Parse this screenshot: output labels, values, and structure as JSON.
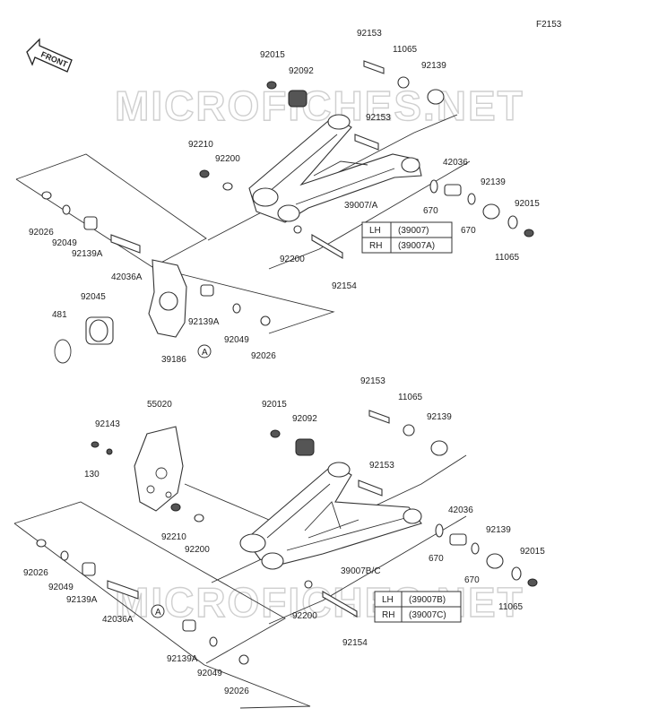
{
  "figure_code": "F2153",
  "front_label": "FRONT",
  "watermark": "MICROFICHES.NET",
  "ref_marker": "A",
  "upper": {
    "labels": {
      "p92015_top": "92015",
      "p92092": "92092",
      "p92153_top": "92153",
      "p11065_top": "11065",
      "p92139_top": "92139",
      "p92153_mid": "92153",
      "p92210": "92210",
      "p92200_a": "92200",
      "p42036": "42036",
      "p92139_r": "92139",
      "p92015_r": "92015",
      "p39007": "39007/A",
      "p670_a": "670",
      "p670_b": "670",
      "p11065_r": "11065",
      "p92026_l": "92026",
      "p92049_l": "92049",
      "p92139A_l": "92139A",
      "p42036A": "42036A",
      "p92200_b": "92200",
      "p92154": "92154",
      "p92045": "92045",
      "p481": "481",
      "p92139A_r": "92139A",
      "p92049_r": "92049",
      "p92026_r": "92026",
      "p39186": "39186"
    },
    "table": [
      {
        "side": "LH",
        "part": "(39007)"
      },
      {
        "side": "RH",
        "part": "(39007A)"
      }
    ]
  },
  "lower": {
    "labels": {
      "p55020": "55020",
      "p92143": "92143",
      "p130": "130",
      "p92015_top": "92015",
      "p92092": "92092",
      "p92153_top": "92153",
      "p11065_top": "11065",
      "p92139_top": "92139",
      "p92153_mid": "92153",
      "p42036": "42036",
      "p92139_r": "92139",
      "p92015_r": "92015",
      "p92210": "92210",
      "p92200_a": "92200",
      "p39007BC": "39007B/C",
      "p670_a": "670",
      "p670_b": "670",
      "p11065_r": "11065",
      "p92026_l": "92026",
      "p92049_l": "92049",
      "p92139A_l": "92139A",
      "p42036A": "42036A",
      "p92200_b": "92200",
      "p92154": "92154",
      "p92139A_b": "92139A",
      "p92049_b": "92049",
      "p92026_b": "92026"
    },
    "table": [
      {
        "side": "LH",
        "part": "(39007B)"
      },
      {
        "side": "RH",
        "part": "(39007C)"
      }
    ]
  }
}
